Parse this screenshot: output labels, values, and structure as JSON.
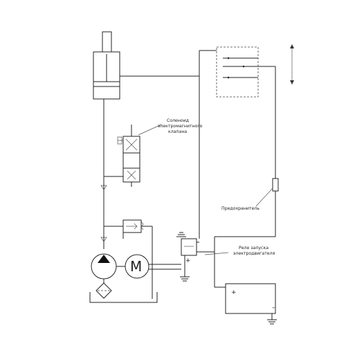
{
  "labels": {
    "solenoid_line1": "Соленоид",
    "solenoid_line2": "электромагнитного",
    "solenoid_line3": "клапана",
    "fuse": "Предохранитель",
    "relay_line1": "Реле запуска",
    "relay_line2": "электродвигателя",
    "motor": "M",
    "battery_plus": "+",
    "battery_minus": "–",
    "relay_plus": "+"
  }
}
